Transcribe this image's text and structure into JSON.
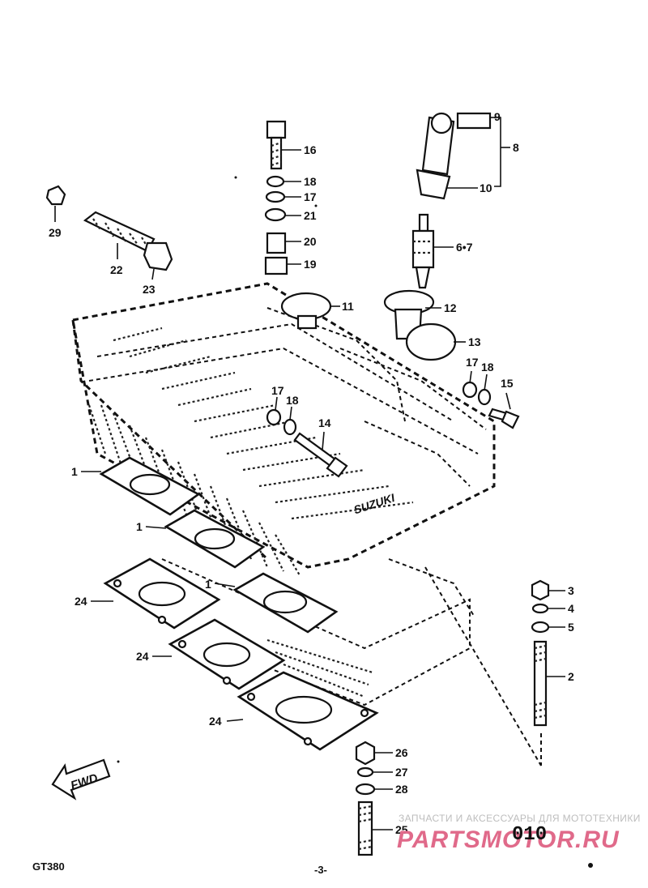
{
  "callouts": {
    "c1a": "1",
    "c1b": "1",
    "c1c": "1",
    "c2": "2",
    "c3": "3",
    "c4": "4",
    "c5": "5",
    "c67": "6•7",
    "c8": "8",
    "c9": "9",
    "c10": "10",
    "c11": "11",
    "c12": "12",
    "c13": "13",
    "c14": "14",
    "c15": "15",
    "c16": "16",
    "c17a": "17",
    "c17b": "17",
    "c17c": "17",
    "c18a": "18",
    "c18b": "18",
    "c18c": "18",
    "c19": "19",
    "c20": "20",
    "c21": "21",
    "c22": "22",
    "c23": "23",
    "c24a": "24",
    "c24b": "24",
    "c24c": "24",
    "c25": "25",
    "c26": "26",
    "c27": "27",
    "c28": "28",
    "c29": "29"
  },
  "direction_arrow": "FWD",
  "page": {
    "model": "GT380",
    "number": "-3-",
    "code": "010"
  },
  "watermark": {
    "tagline": "ЗАПЧАСТИ И АКСЕССУАРЫ ДЛЯ МОТОТЕХНИКИ",
    "logo": "PARTSMOTOR.RU"
  }
}
